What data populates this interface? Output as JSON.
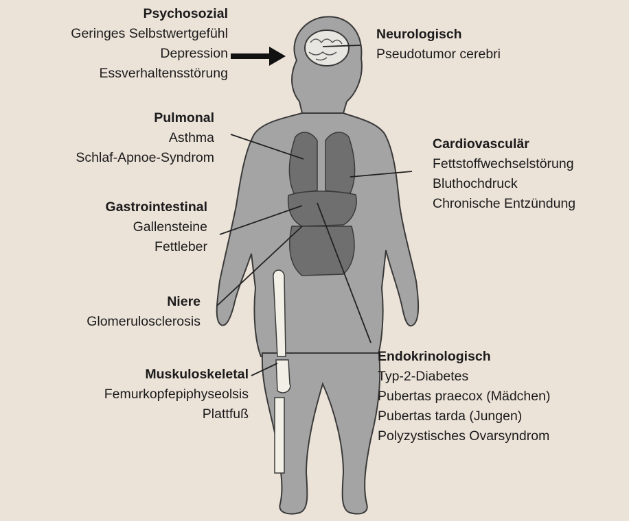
{
  "colors": {
    "background": "#ebe2d8",
    "body_fill": "#a4a4a4",
    "body_outline": "#3a3a3a",
    "organ_fill": "#6f6f6f",
    "bone_fill": "#f2efe6",
    "text": "#1b1b1b"
  },
  "groups": {
    "psychosozial": {
      "title": "Psychosozial",
      "items": [
        "Geringes Selbstwertgefühl",
        "Depression",
        "Essverhaltensstörung"
      ]
    },
    "neurologisch": {
      "title": "Neurologisch",
      "items": [
        "Pseudotumor cerebri"
      ]
    },
    "pulmonal": {
      "title": "Pulmonal",
      "items": [
        "Asthma",
        "Schlaf-Apnoe-Syndrom"
      ]
    },
    "cardiovasculaer": {
      "title": "Cardiovasculär",
      "items": [
        "Fettstoffwechselstörung",
        "Bluthochdruck",
        "Chronische Entzündung"
      ]
    },
    "gastrointestinal": {
      "title": "Gastrointestinal",
      "items": [
        "Gallensteine",
        "Fettleber"
      ]
    },
    "niere": {
      "title": "Niere",
      "items": [
        "Glomerulosclerosis"
      ]
    },
    "muskuloskeletal": {
      "title": "Muskuloskeletal",
      "items": [
        "Femurkopfepiphyseolsis",
        "Plattfuß"
      ]
    },
    "endokrinologisch": {
      "title": "Endokrinologisch",
      "items": [
        "Typ-2-Diabetes",
        "Pubertas praecox (Mädchen)",
        "Pubertas tarda (Jungen)",
        "Polyzystisches Ovarsyndrom"
      ]
    }
  }
}
